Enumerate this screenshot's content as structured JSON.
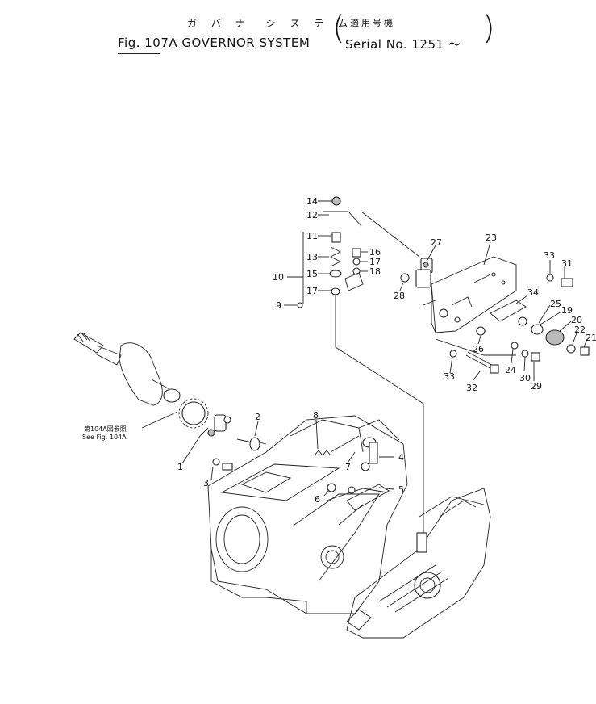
{
  "header": {
    "jp_title": "ガ バ ナ　シ ス テ ム",
    "jp_serial": "適用号機",
    "fig_title": "Fig. 107A GOVERNOR SYSTEM",
    "serial": "Serial No. 1251 ～",
    "paren_open": "(",
    "paren_close": ")"
  },
  "reference_note": {
    "jp": "第104A図参照",
    "en": "See Fig. 104A"
  },
  "callouts": [
    {
      "id": "c1",
      "text": "1"
    },
    {
      "id": "c2",
      "text": "2"
    },
    {
      "id": "c3",
      "text": "3"
    },
    {
      "id": "c4",
      "text": "4"
    },
    {
      "id": "c5",
      "text": "5"
    },
    {
      "id": "c6",
      "text": "6"
    },
    {
      "id": "c7",
      "text": "7"
    },
    {
      "id": "c8",
      "text": "8"
    },
    {
      "id": "c9",
      "text": "9"
    },
    {
      "id": "c10",
      "text": "10"
    },
    {
      "id": "c11",
      "text": "11"
    },
    {
      "id": "c12",
      "text": "12"
    },
    {
      "id": "c13",
      "text": "13"
    },
    {
      "id": "c14",
      "text": "14"
    },
    {
      "id": "c15",
      "text": "15"
    },
    {
      "id": "c16",
      "text": "16"
    },
    {
      "id": "c17a",
      "text": "17"
    },
    {
      "id": "c17b",
      "text": "17"
    },
    {
      "id": "c18",
      "text": "18"
    },
    {
      "id": "c19",
      "text": "19"
    },
    {
      "id": "c20",
      "text": "20"
    },
    {
      "id": "c21",
      "text": "21"
    },
    {
      "id": "c22",
      "text": "22"
    },
    {
      "id": "c23",
      "text": "23"
    },
    {
      "id": "c24",
      "text": "24"
    },
    {
      "id": "c25",
      "text": "25"
    },
    {
      "id": "c26",
      "text": "26"
    },
    {
      "id": "c27",
      "text": "27"
    },
    {
      "id": "c28",
      "text": "28"
    },
    {
      "id": "c29",
      "text": "29"
    },
    {
      "id": "c30",
      "text": "30"
    },
    {
      "id": "c31",
      "text": "31"
    },
    {
      "id": "c32",
      "text": "32"
    },
    {
      "id": "c33a",
      "text": "33"
    },
    {
      "id": "c33b",
      "text": "33"
    },
    {
      "id": "c34",
      "text": "34"
    }
  ]
}
